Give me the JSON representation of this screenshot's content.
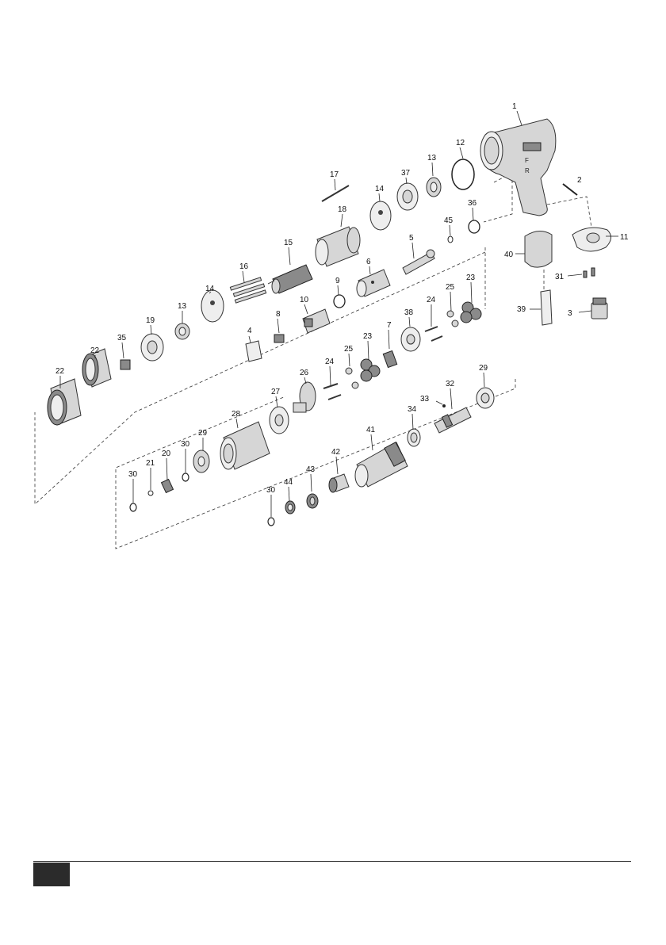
{
  "diagram": {
    "parts": [
      {
        "id": "p1",
        "number": "1"
      },
      {
        "id": "p2",
        "number": "2"
      },
      {
        "id": "p3",
        "number": "3"
      },
      {
        "id": "p4",
        "number": "4"
      },
      {
        "id": "p5",
        "number": "5"
      },
      {
        "id": "p6",
        "number": "6"
      },
      {
        "id": "p7",
        "number": "7"
      },
      {
        "id": "p8",
        "number": "8"
      },
      {
        "id": "p9",
        "number": "9"
      },
      {
        "id": "p10",
        "number": "10"
      },
      {
        "id": "p11",
        "number": "11"
      },
      {
        "id": "p12",
        "number": "12"
      },
      {
        "id": "p13a",
        "number": "13"
      },
      {
        "id": "p13b",
        "number": "13"
      },
      {
        "id": "p14a",
        "number": "14"
      },
      {
        "id": "p14b",
        "number": "14"
      },
      {
        "id": "p15",
        "number": "15"
      },
      {
        "id": "p16",
        "number": "16"
      },
      {
        "id": "p17",
        "number": "17"
      },
      {
        "id": "p18",
        "number": "18"
      },
      {
        "id": "p19",
        "number": "19"
      },
      {
        "id": "p20",
        "number": "20"
      },
      {
        "id": "p21",
        "number": "21"
      },
      {
        "id": "p22a",
        "number": "22"
      },
      {
        "id": "p22b",
        "number": "22"
      },
      {
        "id": "p23a",
        "number": "23"
      },
      {
        "id": "p23b",
        "number": "23"
      },
      {
        "id": "p24a",
        "number": "24"
      },
      {
        "id": "p24b",
        "number": "24"
      },
      {
        "id": "p25a",
        "number": "25"
      },
      {
        "id": "p25b",
        "number": "25"
      },
      {
        "id": "p26",
        "number": "26"
      },
      {
        "id": "p27",
        "number": "27"
      },
      {
        "id": "p28",
        "number": "28"
      },
      {
        "id": "p29a",
        "number": "29"
      },
      {
        "id": "p29b",
        "number": "29"
      },
      {
        "id": "p30a",
        "number": "30"
      },
      {
        "id": "p30b",
        "number": "30"
      },
      {
        "id": "p30c",
        "number": "30"
      },
      {
        "id": "p31",
        "number": "31"
      },
      {
        "id": "p32",
        "number": "32"
      },
      {
        "id": "p33",
        "number": "33"
      },
      {
        "id": "p34",
        "number": "34"
      },
      {
        "id": "p35",
        "number": "35"
      },
      {
        "id": "p36",
        "number": "36"
      },
      {
        "id": "p37",
        "number": "37"
      },
      {
        "id": "p38",
        "number": "38"
      },
      {
        "id": "p39",
        "number": "39"
      },
      {
        "id": "p40",
        "number": "40"
      },
      {
        "id": "p41",
        "number": "41"
      },
      {
        "id": "p42",
        "number": "42"
      },
      {
        "id": "p43",
        "number": "43"
      },
      {
        "id": "p44",
        "number": "44"
      },
      {
        "id": "p45",
        "number": "45"
      }
    ],
    "housing_markings": {
      "forward": "F",
      "reverse": "R"
    }
  },
  "colors": {
    "ink": "#222222",
    "part_fill": "#d6d6d6",
    "page_tab": "#2b2b2b"
  }
}
